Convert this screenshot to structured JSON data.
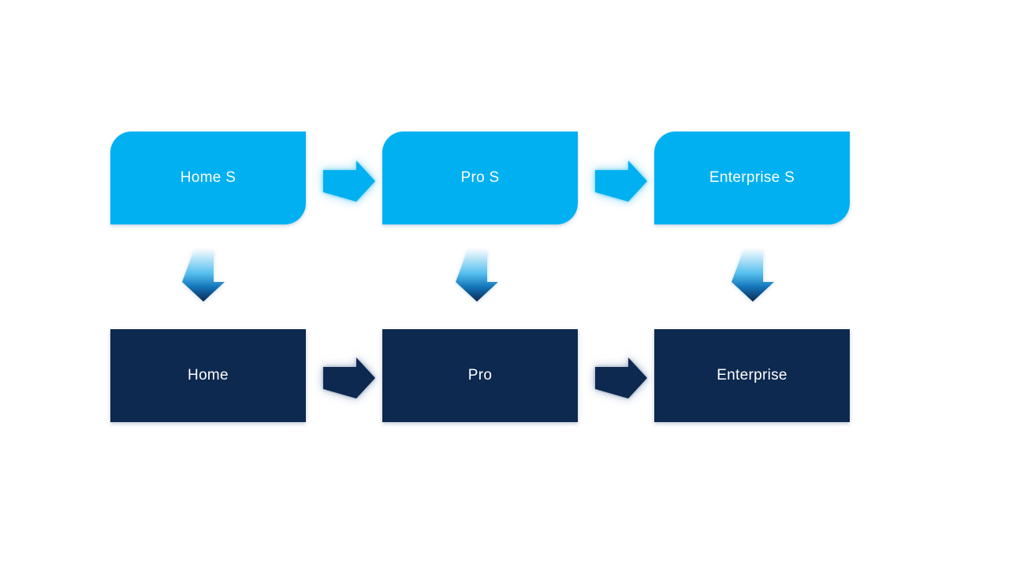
{
  "top_row": {
    "boxes": [
      {
        "label": "Home S"
      },
      {
        "label": "Pro S"
      },
      {
        "label": "Enterprise S"
      }
    ],
    "fill_color": "#00b0f0",
    "shape": "rounded-diagonal-corner-rectangle"
  },
  "bottom_row": {
    "boxes": [
      {
        "label": "Home"
      },
      {
        "label": "Pro"
      },
      {
        "label": "Enterprise"
      }
    ],
    "fill_color": "#0e2950",
    "shape": "rectangle"
  },
  "connectors": {
    "top_right_arrows": {
      "count": 2,
      "color": "#00b0f0",
      "direction": "right"
    },
    "bottom_right_arrows": {
      "count": 2,
      "color": "#0e2950",
      "direction": "right"
    },
    "down_arrows": {
      "count": 3,
      "direction": "down",
      "gradient": [
        "#eef9fe",
        "#55bfee",
        "#1273b8",
        "#0e2a52"
      ]
    }
  },
  "colors": {
    "background": "#ffffff",
    "light_blue": "#00b0f0",
    "dark_navy": "#0e2950",
    "text": "#ffffff",
    "down_gradient_top": "#eef9fe",
    "down_gradient_mid": "#55bfee",
    "down_gradient_lower": "#1273b8",
    "down_gradient_bottom": "#0e2a52"
  }
}
